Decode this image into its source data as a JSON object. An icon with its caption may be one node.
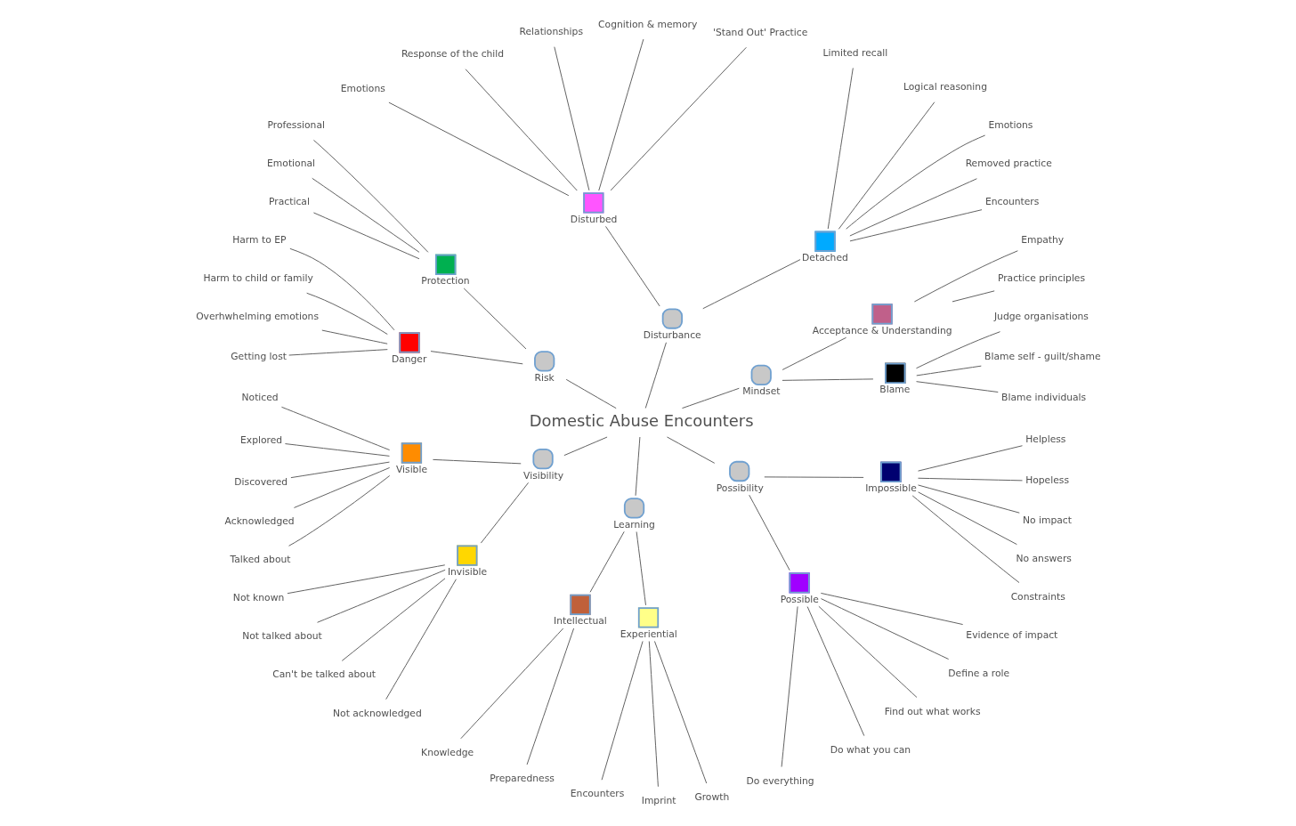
{
  "diagram": {
    "nodes": [
      {
        "text": [
          "Domestic Abuse Encounters"
        ]
      },
      {
        "text": [
          "Mindset"
        ]
      },
      {
        "text": [
          "Blame"
        ]
      },
      {
        "text": [
          "Blame individuals"
        ]
      },
      {
        "text": [
          "Blame self - guilt/shame"
        ]
      },
      {
        "text": [
          "Judge organisations"
        ]
      },
      {
        "text": [
          "Acceptance & Understanding"
        ]
      },
      {
        "text": [
          "Practice principles"
        ]
      },
      {
        "text": [
          "Empathy"
        ]
      },
      {
        "text": [
          "Disturbance"
        ]
      },
      {
        "text": [
          "Detached"
        ]
      },
      {
        "text": [
          "Encounters"
        ]
      },
      {
        "text": [
          "Removed practice"
        ]
      },
      {
        "text": [
          "Emotions"
        ]
      },
      {
        "text": [
          "Logical reasoning"
        ]
      },
      {
        "text": [
          "Limited recall"
        ]
      },
      {
        "text": [
          "Disturbed"
        ]
      },
      {
        "text": [
          "'Stand Out' Practice"
        ]
      },
      {
        "text": [
          "Cognition & memory"
        ]
      },
      {
        "text": [
          "Relationships"
        ]
      },
      {
        "text": [
          "Response of the child"
        ]
      },
      {
        "text": [
          "Emotions"
        ]
      },
      {
        "text": [
          "Risk"
        ]
      },
      {
        "text": [
          "Protection"
        ]
      },
      {
        "text": [
          "Professional"
        ]
      },
      {
        "text": [
          "Emotional"
        ]
      },
      {
        "text": [
          "Practical"
        ]
      },
      {
        "text": [
          "Danger"
        ]
      },
      {
        "text": [
          "Harm to EP"
        ]
      },
      {
        "text": [
          "Harm to child or family"
        ]
      },
      {
        "text": [
          "Overhwhelming emotions"
        ]
      },
      {
        "text": [
          "Getting lost"
        ]
      },
      {
        "text": [
          "Visibility"
        ]
      },
      {
        "text": [
          "Visible"
        ]
      },
      {
        "text": [
          "Noticed"
        ]
      },
      {
        "text": [
          "Explored"
        ]
      },
      {
        "text": [
          "Discovered"
        ]
      },
      {
        "text": [
          "Acknowledged"
        ]
      },
      {
        "text": [
          "Talked about"
        ]
      },
      {
        "text": [
          "Invisible"
        ]
      },
      {
        "text": [
          "Not known"
        ]
      },
      {
        "text": [
          "Not talked about"
        ]
      },
      {
        "text": [
          "Can't be talked about"
        ]
      },
      {
        "text": [
          "Not acknowledged"
        ]
      },
      {
        "text": [
          "Learning"
        ]
      },
      {
        "text": [
          "Intellectual"
        ]
      },
      {
        "text": [
          "Knowledge"
        ]
      },
      {
        "text": [
          "Preparedness"
        ]
      },
      {
        "text": [
          "Experiential"
        ]
      },
      {
        "text": [
          "Encounters"
        ]
      },
      {
        "text": [
          "Imprint"
        ]
      },
      {
        "text": [
          "Growth"
        ]
      },
      {
        "text": [
          "Possibility"
        ]
      },
      {
        "text": [
          "Possible"
        ]
      },
      {
        "text": [
          "Do everything"
        ]
      },
      {
        "text": [
          "Do what you can"
        ]
      },
      {
        "text": [
          "Find out what works"
        ]
      },
      {
        "text": [
          "Define a role"
        ]
      },
      {
        "text": [
          "Evidence of impact"
        ]
      },
      {
        "text": [
          "Impossible"
        ]
      },
      {
        "text": [
          "Constraints"
        ]
      },
      {
        "text": [
          "No answers"
        ]
      },
      {
        "text": [
          "No impact"
        ]
      },
      {
        "text": [
          "Hopeless"
        ]
      },
      {
        "text": [
          "Helpless"
        ]
      }
    ],
    "edges": [
      {
        "from": 0,
        "to": 1,
        "arrow": "none"
      },
      {
        "from": 1,
        "to": 2,
        "arrow": "none"
      },
      {
        "from": 2,
        "to": 3,
        "arrow": "none"
      },
      {
        "from": 2,
        "to": 4,
        "arrow": "none"
      },
      {
        "from": 2,
        "to": 5,
        "arrow": "none"
      },
      {
        "from": 1,
        "to": 6,
        "arrow": "none"
      },
      {
        "from": 6,
        "to": 7,
        "arrow": "none"
      },
      {
        "from": 6,
        "to": 8,
        "arrow": "none"
      },
      {
        "from": 0,
        "to": 9,
        "arrow": "none"
      },
      {
        "from": 9,
        "to": 10,
        "arrow": "none"
      },
      {
        "from": 10,
        "to": 11,
        "arrow": "none"
      },
      {
        "from": 10,
        "to": 12,
        "arrow": "none"
      },
      {
        "from": 10,
        "to": 13,
        "arrow": "none"
      },
      {
        "from": 10,
        "to": 14,
        "arrow": "none"
      },
      {
        "from": 10,
        "to": 15,
        "arrow": "none"
      },
      {
        "from": 9,
        "to": 16,
        "arrow": "none"
      },
      {
        "from": 16,
        "to": 17,
        "arrow": "none"
      },
      {
        "from": 16,
        "to": 18,
        "arrow": "none"
      },
      {
        "from": 16,
        "to": 19,
        "arrow": "none"
      },
      {
        "from": 16,
        "to": 20,
        "arrow": "none"
      },
      {
        "from": 16,
        "to": 21,
        "arrow": "none"
      },
      {
        "from": 0,
        "to": 22,
        "arrow": "none"
      },
      {
        "from": 22,
        "to": 23,
        "arrow": "none"
      },
      {
        "from": 23,
        "to": 24,
        "arrow": "none"
      },
      {
        "from": 23,
        "to": 25,
        "arrow": "none"
      },
      {
        "from": 23,
        "to": 26,
        "arrow": "none"
      },
      {
        "from": 22,
        "to": 27,
        "arrow": "none"
      },
      {
        "from": 27,
        "to": 28,
        "arrow": "none"
      },
      {
        "from": 27,
        "to": 29,
        "arrow": "none"
      },
      {
        "from": 27,
        "to": 30,
        "arrow": "none"
      },
      {
        "from": 27,
        "to": 31,
        "arrow": "none"
      },
      {
        "from": 0,
        "to": 32,
        "arrow": "none"
      },
      {
        "from": 32,
        "to": 33,
        "arrow": "none"
      },
      {
        "from": 33,
        "to": 34,
        "arrow": "none"
      },
      {
        "from": 33,
        "to": 35,
        "arrow": "none"
      },
      {
        "from": 33,
        "to": 36,
        "arrow": "none"
      },
      {
        "from": 33,
        "to": 37,
        "arrow": "none"
      },
      {
        "from": 33,
        "to": 38,
        "arrow": "none"
      },
      {
        "from": 32,
        "to": 39,
        "arrow": "none"
      },
      {
        "from": 39,
        "to": 40,
        "arrow": "none"
      },
      {
        "from": 39,
        "to": 41,
        "arrow": "none"
      },
      {
        "from": 39,
        "to": 42,
        "arrow": "none"
      },
      {
        "from": 39,
        "to": 43,
        "arrow": "none"
      },
      {
        "from": 0,
        "to": 44,
        "arrow": "none"
      },
      {
        "from": 44,
        "to": 45,
        "arrow": "none"
      },
      {
        "from": 45,
        "to": 46,
        "arrow": "none"
      },
      {
        "from": 45,
        "to": 47,
        "arrow": "none"
      },
      {
        "from": 44,
        "to": 48,
        "arrow": "none"
      },
      {
        "from": 48,
        "to": 49,
        "arrow": "none"
      },
      {
        "from": 48,
        "to": 50,
        "arrow": "none"
      },
      {
        "from": 48,
        "to": 51,
        "arrow": "none"
      },
      {
        "from": 0,
        "to": 52,
        "arrow": "none"
      },
      {
        "from": 52,
        "to": 53,
        "arrow": "none"
      },
      {
        "from": 53,
        "to": 54,
        "arrow": "none"
      },
      {
        "from": 53,
        "to": 55,
        "arrow": "none"
      },
      {
        "from": 53,
        "to": 56,
        "arrow": "none"
      },
      {
        "from": 53,
        "to": 57,
        "arrow": "none"
      },
      {
        "from": 53,
        "to": 58,
        "arrow": "none"
      },
      {
        "from": 52,
        "to": 59,
        "arrow": "none"
      },
      {
        "from": 59,
        "to": 60,
        "arrow": "none"
      },
      {
        "from": 59,
        "to": 61,
        "arrow": "none"
      },
      {
        "from": 59,
        "to": 62,
        "arrow": "none"
      },
      {
        "from": 59,
        "to": 63,
        "arrow": "none"
      },
      {
        "from": 59,
        "to": 64,
        "arrow": "none"
      }
    ]
  }
}
